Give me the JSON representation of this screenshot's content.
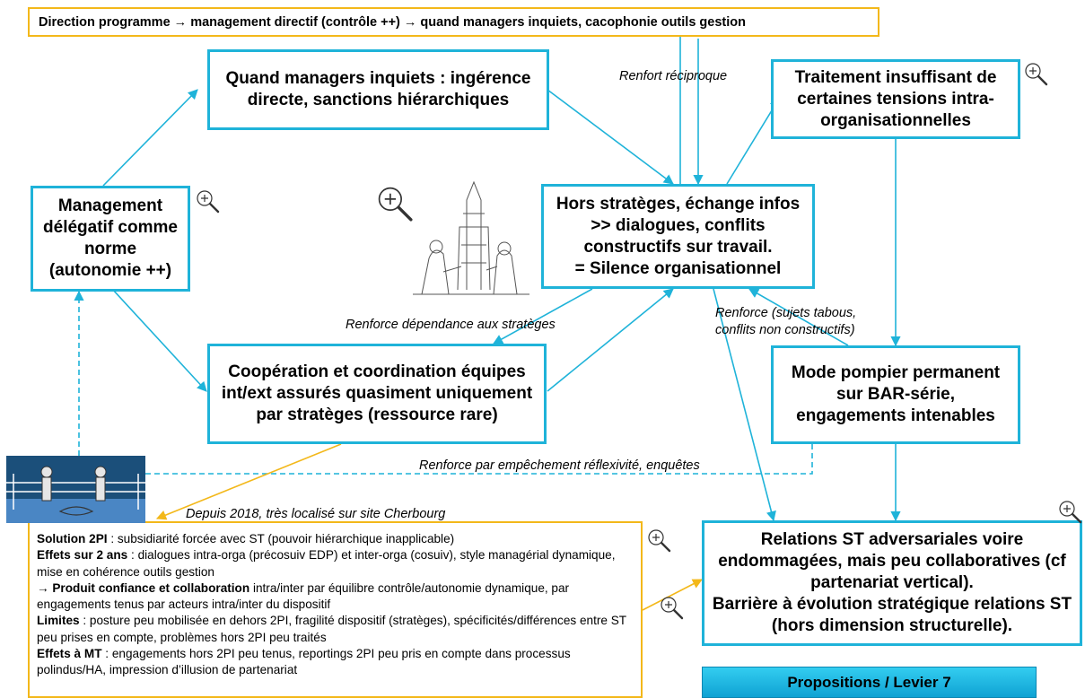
{
  "top_bar": "Direction programme → management directif (contrôle ++) → quand managers inquiets, cacophonie outils gestion",
  "nodes": {
    "managers_inquiets": "Quand managers inquiets : ingérence directe, sanctions hiérarchiques",
    "traitement": "Traitement insuffisant de certaines tensions intra-organisationnelles",
    "management_delegatif": "Management délégatif comme norme (autonomie ++)",
    "silence": "Hors stratèges, échange infos >> dialogues, conflits constructifs sur travail.\n= Silence organisationnel",
    "cooperation": "Coopération et coordination équipes int/ext assurés quasiment uniquement par stratèges (ressource rare)",
    "mode_pompier": "Mode pompier permanent sur BAR-série, engagements intenables",
    "relations_st": "Relations ST adversariales voire endommagées, mais peu collaboratives (cf partenariat vertical).\nBarrière à évolution stratégique relations ST (hors dimension structurelle)."
  },
  "edge_labels": {
    "renfort_reciproque": "Renfort réciproque",
    "renforce_dependance": "Renforce dépendance aux stratèges",
    "renforce_tabous_1": "Renforce (sujets tabous,",
    "renforce_tabous_2": "conflits non constructifs)",
    "renforce_empechement": "Renforce par empêchement réflexivité, enquêtes",
    "depuis_2018": "Depuis 2018, très localisé sur site Cherbourg"
  },
  "solution": {
    "l1_b": "Solution 2PI",
    "l1": " : subsidiarité forcée avec ST (pouvoir hiérarchique inapplicable)",
    "l2_b": "Effets sur 2 ans",
    "l2": " : dialogues intra-orga (précosuiv EDP) et inter-orga (cosuiv), style managérial dynamique, mise en cohérence outils gestion",
    "l3_b": "→ Produit confiance et collaboration",
    "l3": " intra/inter par équilibre contrôle/autonomie dynamique, par engagements tenus par acteurs intra/inter du dispositif",
    "l4_b": "Limites",
    "l4": " : posture peu mobilisée en dehors 2PI, fragilité dispositif (stratèges), spécificités/différences entre ST peu prises en compte, problèmes hors 2PI peu traités",
    "l5_b": "Effets à MT",
    "l5": " : engagements hors 2PI peu tenus, reportings 2PI peu pris en compte dans processus polindus/HA, impression d’illusion de partenariat"
  },
  "levier": "Propositions / Levier 7",
  "colors": {
    "node_border": "#1fb3d9",
    "arrow": "#1fb3d9",
    "highlight": "#f3b81a",
    "levier_bg": "#1fb3d9"
  },
  "icons": [
    "zoom-icon",
    "tower-illustration",
    "boxing-ring-illustration"
  ]
}
